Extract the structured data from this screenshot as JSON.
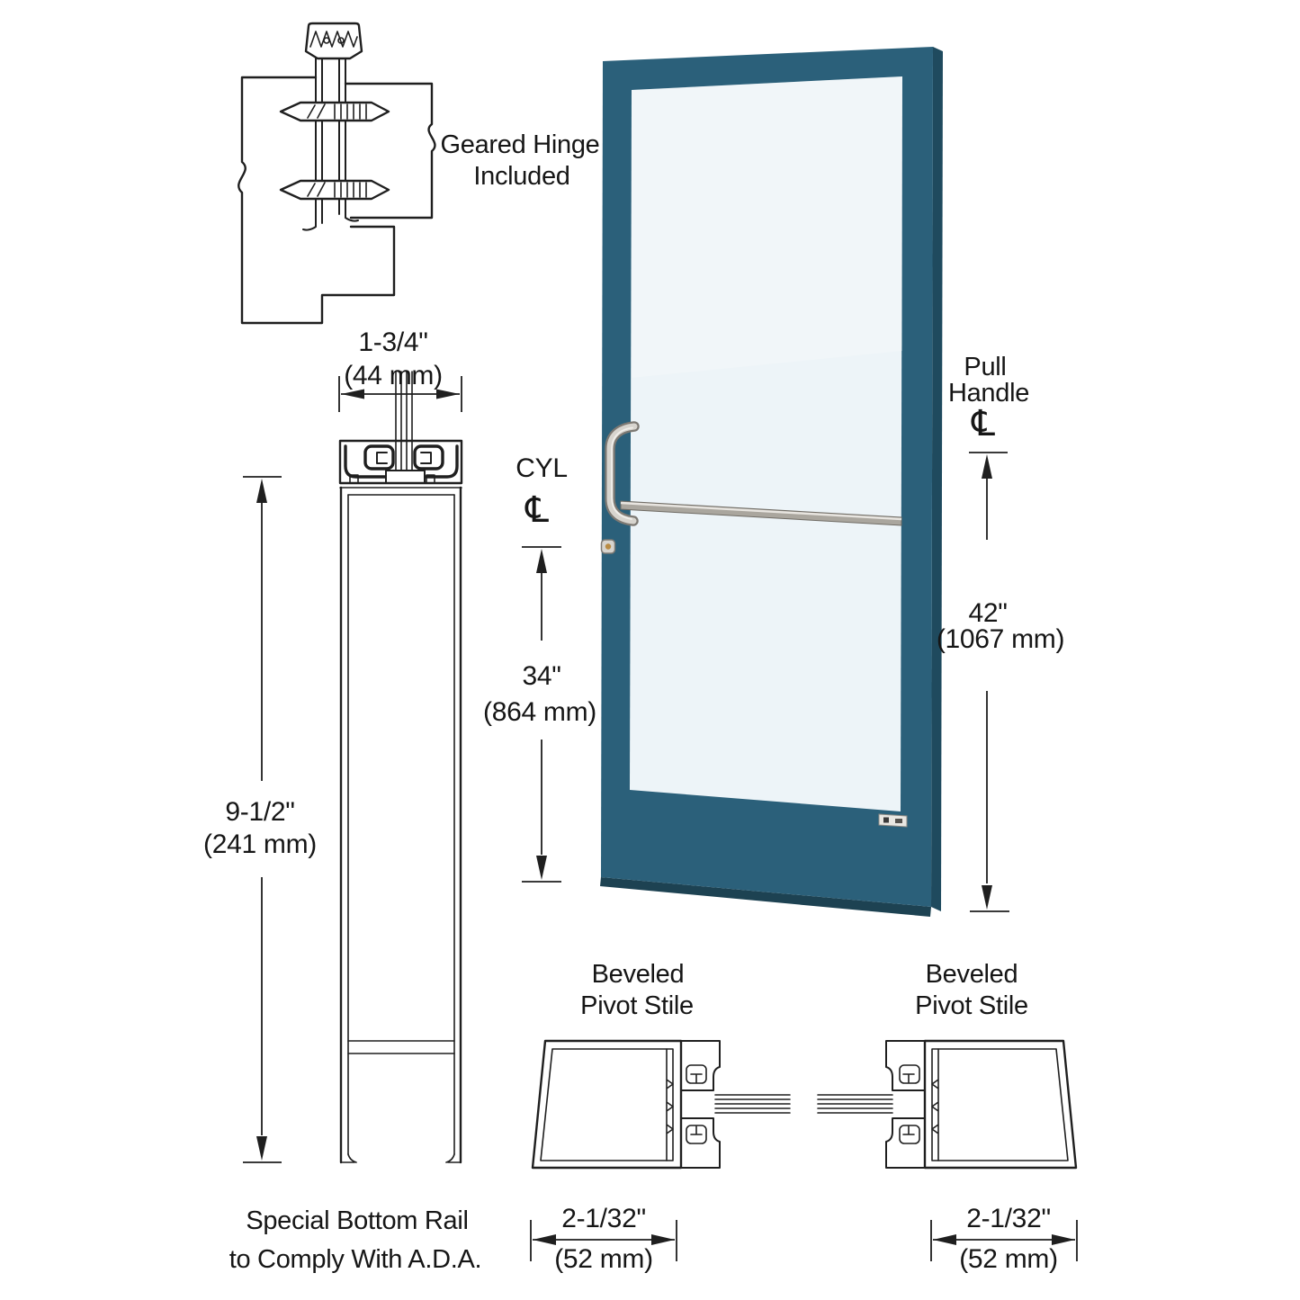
{
  "colors": {
    "door_face": "#2b607a",
    "door_edge_right": "#1f4a5e",
    "door_edge_bottom": "#1d4252",
    "glass": "#edf4f8",
    "hardware_light": "#d7d4ce",
    "hardware_dark": "#7d7973",
    "line": "#1f1f1f"
  },
  "hinge_detail": {
    "label_line1": "Geared Hinge",
    "label_line2": "Included"
  },
  "stile_top_section": {
    "width_in": "1-3/4\"",
    "width_mm": "(44 mm)"
  },
  "bottom_rail": {
    "height_in": "9-1/2\"",
    "height_mm": "(241 mm)",
    "note_line1": "Special Bottom Rail",
    "note_line2": "to Comply With A.D.A."
  },
  "cylinder": {
    "label": "CYL",
    "centerline_symbol": "℄",
    "height_in": "34\"",
    "height_mm": "(864 mm)"
  },
  "pull_handle": {
    "label_line1": "Pull",
    "label_line2": "Handle",
    "centerline_symbol": "℄",
    "height_in": "42\"",
    "height_mm": "(1067 mm)"
  },
  "pivot_stile_left": {
    "label_line1": "Beveled",
    "label_line2": "Pivot Stile",
    "width_in": "2-1/32\"",
    "width_mm": "(52 mm)"
  },
  "pivot_stile_right": {
    "label_line1": "Beveled",
    "label_line2": "Pivot Stile",
    "width_in": "2-1/32\"",
    "width_mm": "(52 mm)"
  }
}
